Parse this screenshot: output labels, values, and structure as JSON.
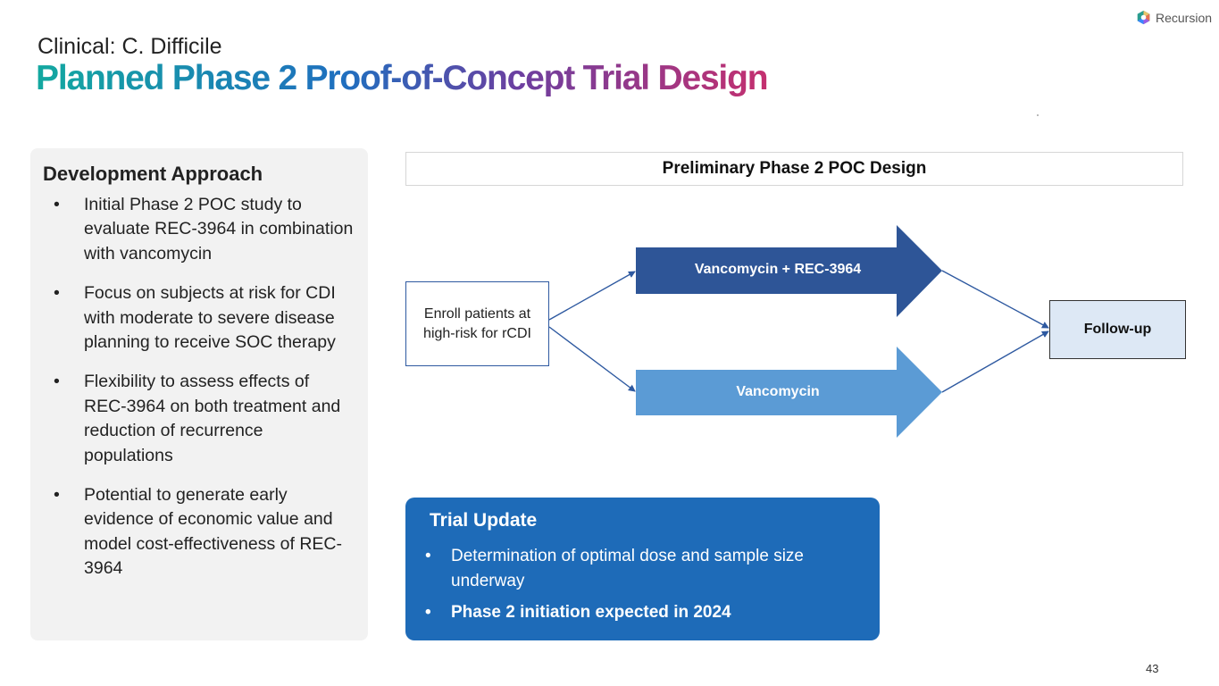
{
  "brand": {
    "name": "Recursion"
  },
  "header": {
    "subtitle": "Clinical: C. Difficile",
    "title": "Planned Phase 2 Proof-of-Concept Trial Design"
  },
  "approach": {
    "heading": "Development Approach",
    "bullets": [
      "Initial Phase 2 POC study to evaluate REC-3964 in combination with vancomycin",
      "Focus on subjects at risk for CDI with moderate to severe disease planning to receive SOC therapy",
      "Flexibility to assess effects of REC-3964 on both treatment and reduction of recurrence populations",
      "Potential to generate early evidence of economic value and model cost-effectiveness of REC-3964"
    ]
  },
  "design": {
    "header": "Preliminary Phase 2 POC Design",
    "enroll": "Enroll patients at high-risk for rCDI",
    "arm1": "Vancomycin + REC-3964",
    "arm2": "Vancomycin",
    "followup": "Follow-up"
  },
  "update": {
    "heading": "Trial Update",
    "bullets": [
      "Determination of optimal dose and sample size underway",
      "Phase 2 initiation expected in 2024"
    ]
  },
  "page_number": "43",
  "colors": {
    "arm1_fill": "#2e5597",
    "arm2_fill": "#5b9bd5",
    "update_bg": "#1e6bb8",
    "panel_bg": "#f2f2f2",
    "connector": "#2e59a0"
  }
}
